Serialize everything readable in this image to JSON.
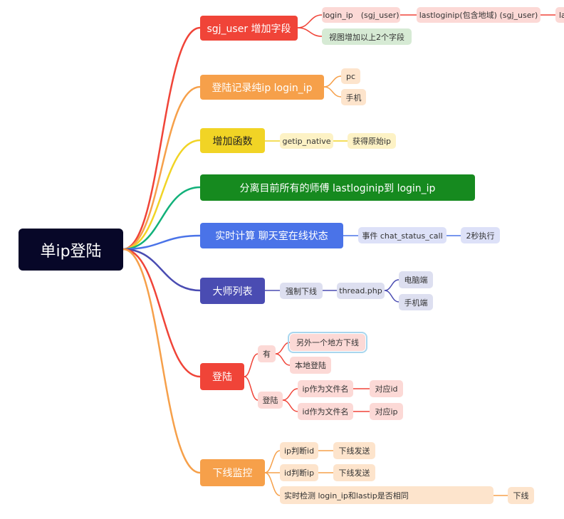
{
  "root": "单ip登陆",
  "colors": {
    "red": "#f04438",
    "orange": "#f6a04a",
    "yellow": "#f1d425",
    "green": "#168a1f",
    "blue": "#4a73e8",
    "indigo": "#4a4cb2",
    "pink_bg": "#fcd9d6",
    "peach_bg": "#fde4cc",
    "cream_bg": "#fdf2c5",
    "lavender_bg": "#dde1f8",
    "lilac_bg": "#dddff0",
    "mint_bg": "#d6ead4"
  },
  "branches": {
    "sgj_user": {
      "label": "sgj_user 增加字段",
      "children": [
        "login_ip　(sgj_user)",
        "lastloginip(包含地域) (sgj_user)",
        "las",
        "视图增加以上2个字段"
      ]
    },
    "login_record": {
      "label": "登陆记录纯ip login_ip",
      "children": [
        "pc",
        "手机"
      ]
    },
    "add_func": {
      "label": "增加函数",
      "children": [
        "getip_native",
        "获得原始ip"
      ]
    },
    "separate": {
      "label": "分离目前所有的师傅 lastloginip到 login_ip"
    },
    "realtime": {
      "label": "实时计算 聊天室在线状态",
      "children": [
        "事件 chat_status_call",
        "2秒执行"
      ]
    },
    "master_list": {
      "label": "大师列表",
      "children": [
        "强制下线",
        "thread.php",
        "电脑端",
        "手机端"
      ]
    },
    "login": {
      "label": "登陆",
      "children": [
        "有",
        "另外一个地方下线",
        "本地登陆",
        "登陆",
        "ip作为文件名",
        "对应id",
        "id作为文件名",
        "对应ip"
      ]
    },
    "offline_monitor": {
      "label": "下线监控",
      "children": [
        "ip判断id",
        "下线发送",
        "id判断ip",
        "下线发送",
        "实时检测 login_ip和lastip是否相同",
        "下线"
      ]
    }
  }
}
